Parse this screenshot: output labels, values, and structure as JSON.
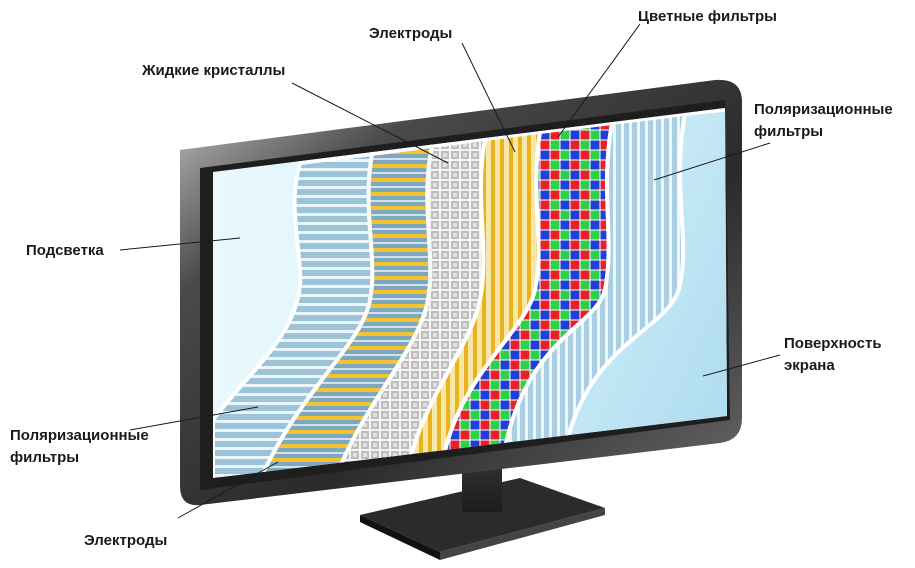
{
  "labels": {
    "backlight": "Подсветка",
    "polarizer_left_line1": "Поляризационные",
    "polarizer_left_line2": "фильтры",
    "electrodes_bottom": "Электроды",
    "liquid_crystals": "Жидкие кристаллы",
    "electrodes_top": "Электроды",
    "color_filters": "Цветные фильтры",
    "polarizer_right_line1": "Поляризационные",
    "polarizer_right_line2": "фильтры",
    "screen_surface_line1": "Поверхность",
    "screen_surface_line2": "экрана"
  },
  "colors": {
    "bezel": "#3a3a3a",
    "backlight": "#d9f3fb",
    "polarizer": "#8fb7cf",
    "electrode_stripe": "#f2c230",
    "crystal_grid": "#b9b9b9",
    "filter_red": "#e8202a",
    "filter_green": "#2fcf4a",
    "filter_blue": "#1f3fd6",
    "screen_surface": "#bfe6f5"
  }
}
